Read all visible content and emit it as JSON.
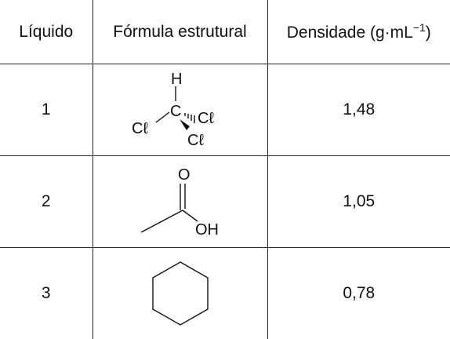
{
  "table": {
    "headers": {
      "liquid": "Líquido",
      "formula": "Fórmula estrutural",
      "density": "Densidade (g·mL",
      "density_exp": "−1",
      "density_close": ")"
    },
    "rows": [
      {
        "liquid": "1",
        "density": "1,48",
        "molecule": "chloroform",
        "atoms": {
          "h": "H",
          "c": "C",
          "cl_left": "Cℓ",
          "cl_right": "Cℓ",
          "cl_bottom": "Cℓ"
        }
      },
      {
        "liquid": "2",
        "density": "1,05",
        "molecule": "acetic-acid",
        "atoms": {
          "o": "O",
          "oh": "OH"
        }
      },
      {
        "liquid": "3",
        "density": "0,78",
        "molecule": "cyclohexane"
      }
    ]
  }
}
